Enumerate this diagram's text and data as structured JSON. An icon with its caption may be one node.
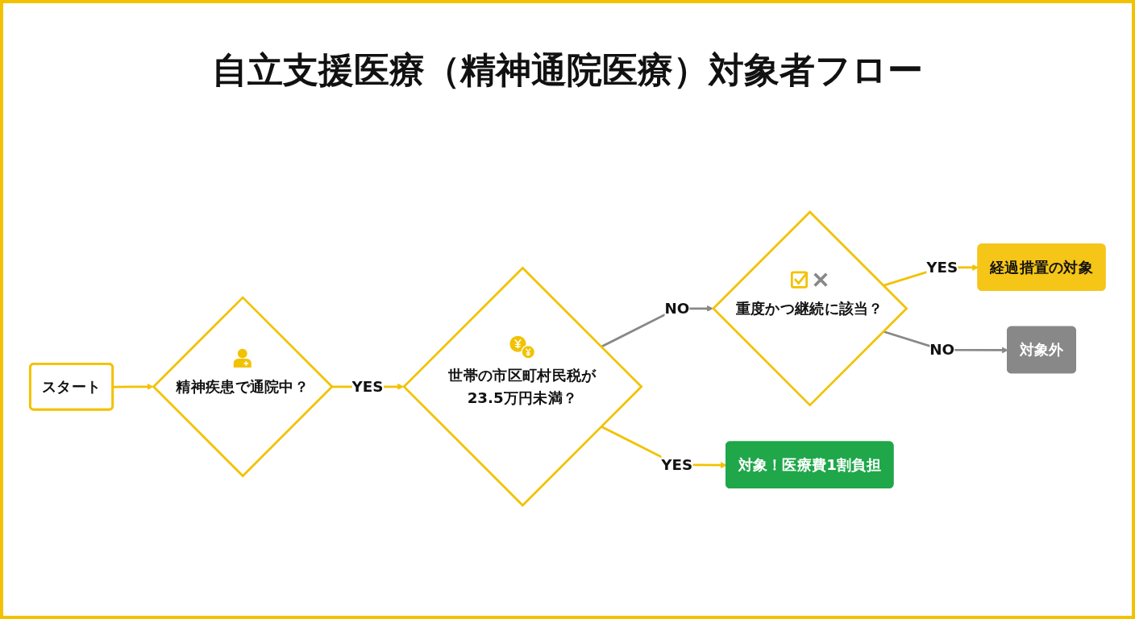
{
  "diagram": {
    "title": "自立支援医療（精神通院医療）対象者フロー",
    "nodes": [
      {
        "text": [
          "スタート"
        ]
      },
      {
        "text": [
          "精神疾患で通院中？"
        ]
      },
      {
        "text": [
          "世帯の市区町村民税が23.5万円未満？"
        ]
      },
      {
        "text": [
          "重度かつ継続に該当？"
        ]
      },
      {
        "text": [
          "経過措置の対象"
        ]
      },
      {
        "text": [
          "対象！医療費1割負担"
        ]
      },
      {
        "text": [
          "対象外"
        ]
      }
    ],
    "edges": [
      {
        "from": 0,
        "to": 1,
        "arrow": "to"
      },
      {
        "from": 1,
        "to": 2,
        "arrow": "to",
        "label": "YES"
      },
      {
        "from": 2,
        "to": 3,
        "arrow": "to",
        "label": "NO",
        "color": "#888888"
      },
      {
        "from": 3,
        "to": 4,
        "arrow": "to",
        "label": "YES"
      },
      {
        "from": 2,
        "to": 5,
        "arrow": "to",
        "label": "YES"
      },
      {
        "from": 3,
        "to": 6,
        "arrow": "to",
        "label": "NO",
        "color": "#888888"
      }
    ]
  }
}
